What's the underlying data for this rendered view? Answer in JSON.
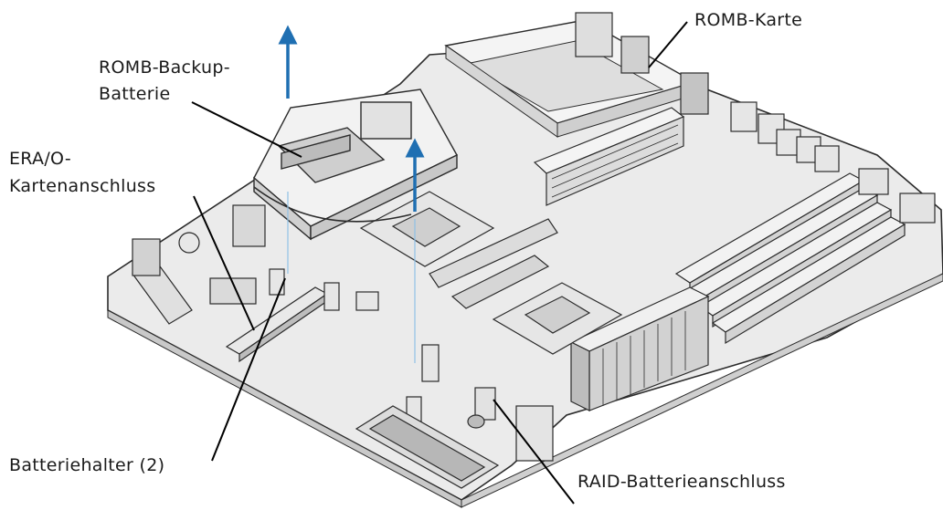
{
  "labels": {
    "romb_card": "ROMB-Karte",
    "romb_battery_line1": "ROMB-Backup-",
    "romb_battery_line2": "Batterie",
    "era_connector_line1": "ERA/O-",
    "era_connector_line2": "Kartenanschluss",
    "battery_holder": "Batteriehalter (2)",
    "raid_battery_connector": "RAID-Batterieanschluss"
  },
  "colors": {
    "board_face": "#ebebeb",
    "board_edge": "#c9c9c9",
    "component_light": "#f4f4f4",
    "component_mid": "#d6d6d6",
    "component_dark": "#9a9a9a",
    "outline": "#2b2b2b",
    "lift_arrow": "#1f6fb2",
    "leader_line": "#000000"
  },
  "icons": [
    "lift-arrow-icon"
  ]
}
